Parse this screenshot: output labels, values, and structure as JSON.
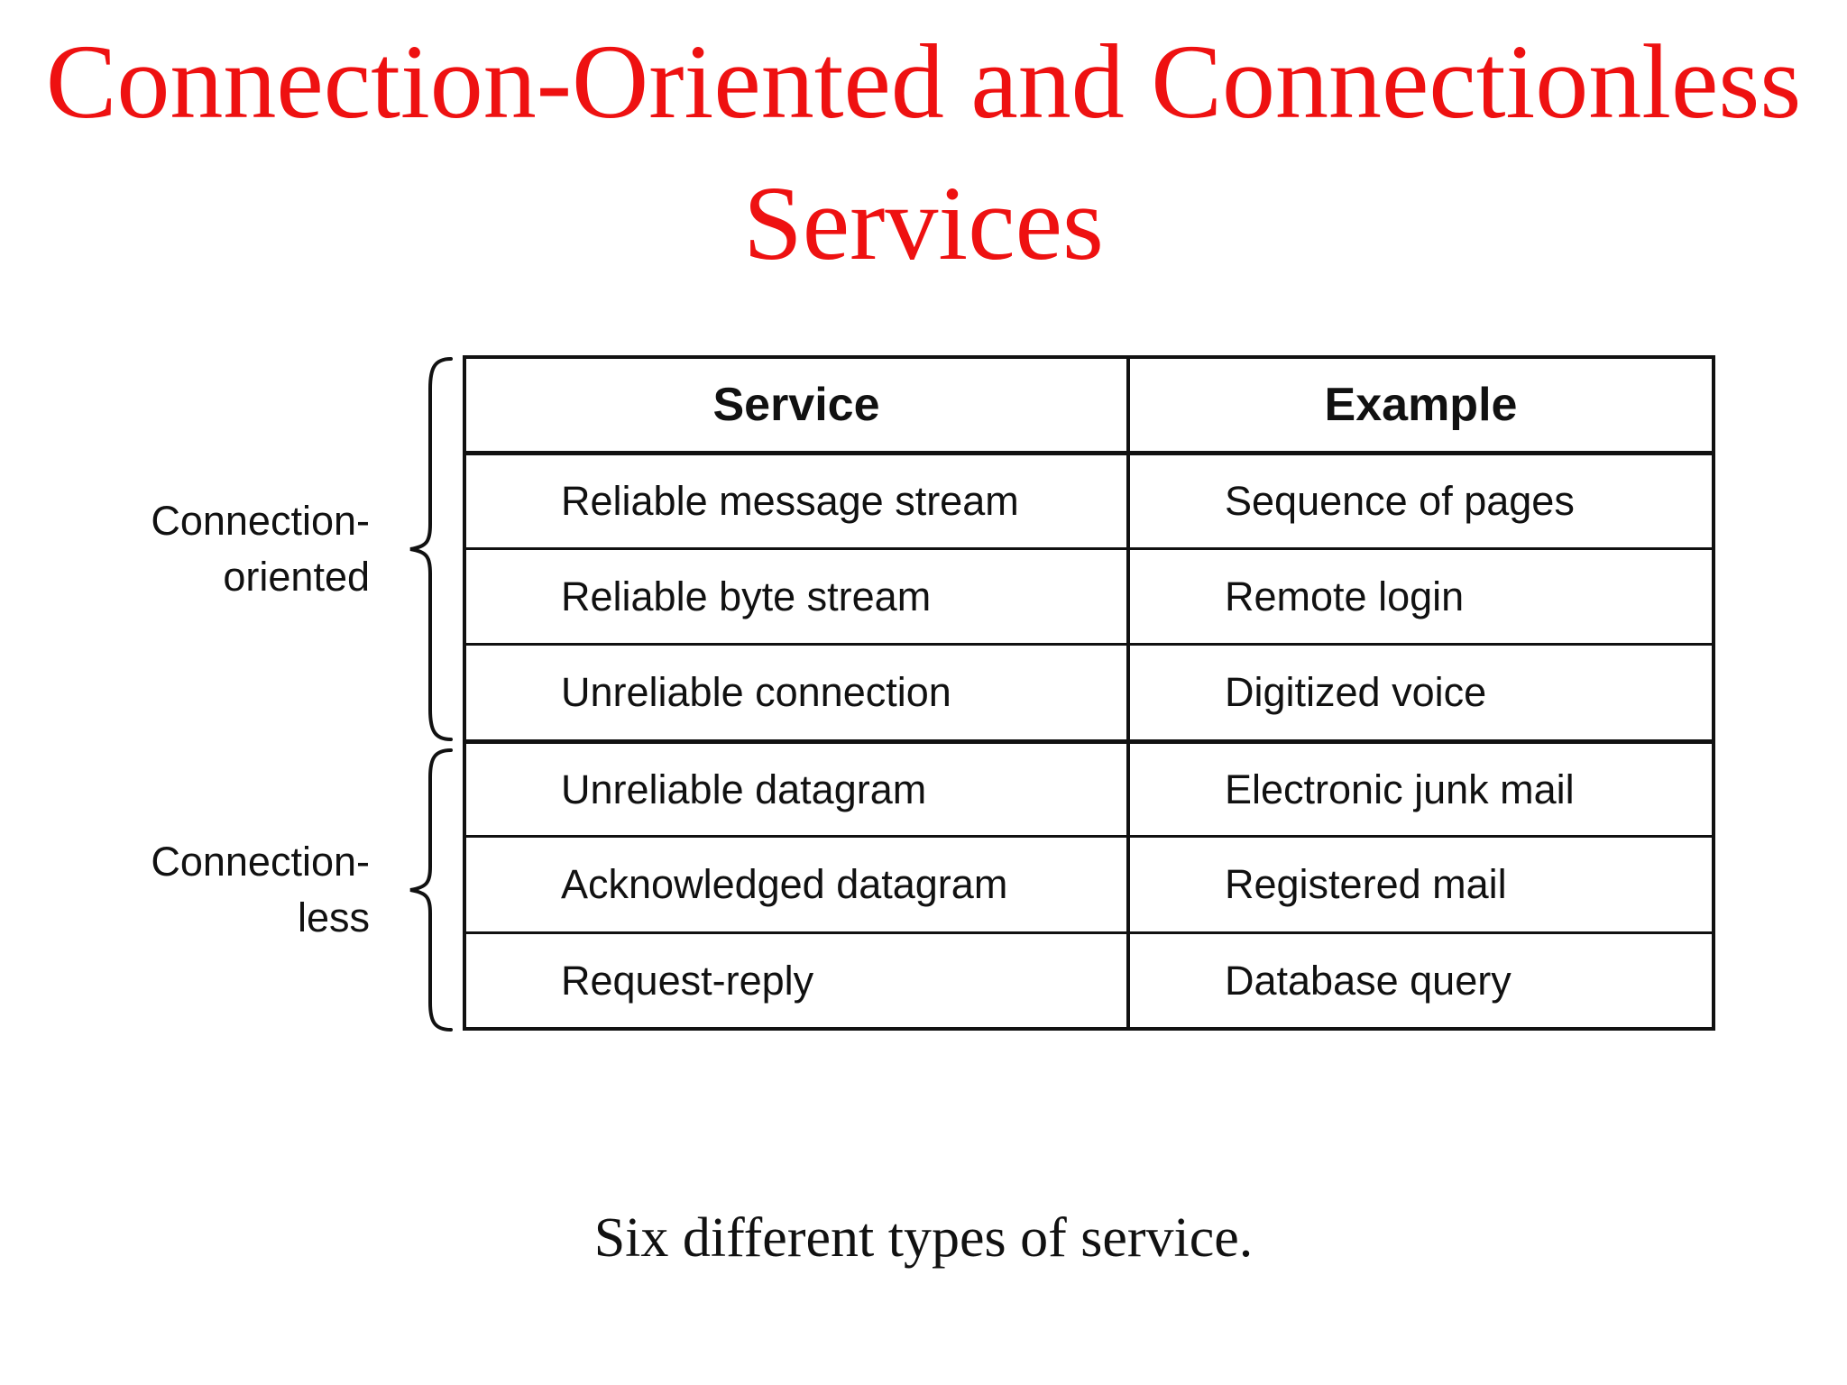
{
  "title": {
    "line1": "Connection-Oriented and Connectionless",
    "line2": "Services"
  },
  "table": {
    "headers": [
      "Service",
      "Example"
    ],
    "rows": [
      {
        "service": "Reliable message stream",
        "example": "Sequence of pages"
      },
      {
        "service": "Reliable byte stream",
        "example": "Remote login"
      },
      {
        "service": "Unreliable connection",
        "example": "Digitized voice"
      },
      {
        "service": "Unreliable datagram",
        "example": "Electronic junk mail"
      },
      {
        "service": "Acknowledged datagram",
        "example": "Registered mail"
      },
      {
        "service": "Request-reply",
        "example": "Database query"
      }
    ]
  },
  "groups": [
    {
      "line1": "Connection-",
      "line2": "oriented"
    },
    {
      "line1": "Connection-",
      "line2": "less"
    }
  ],
  "caption": "Six different types of service.",
  "colors": {
    "title": "#ee1111",
    "text": "#111111",
    "line": "#111111",
    "background": "#ffffff"
  }
}
